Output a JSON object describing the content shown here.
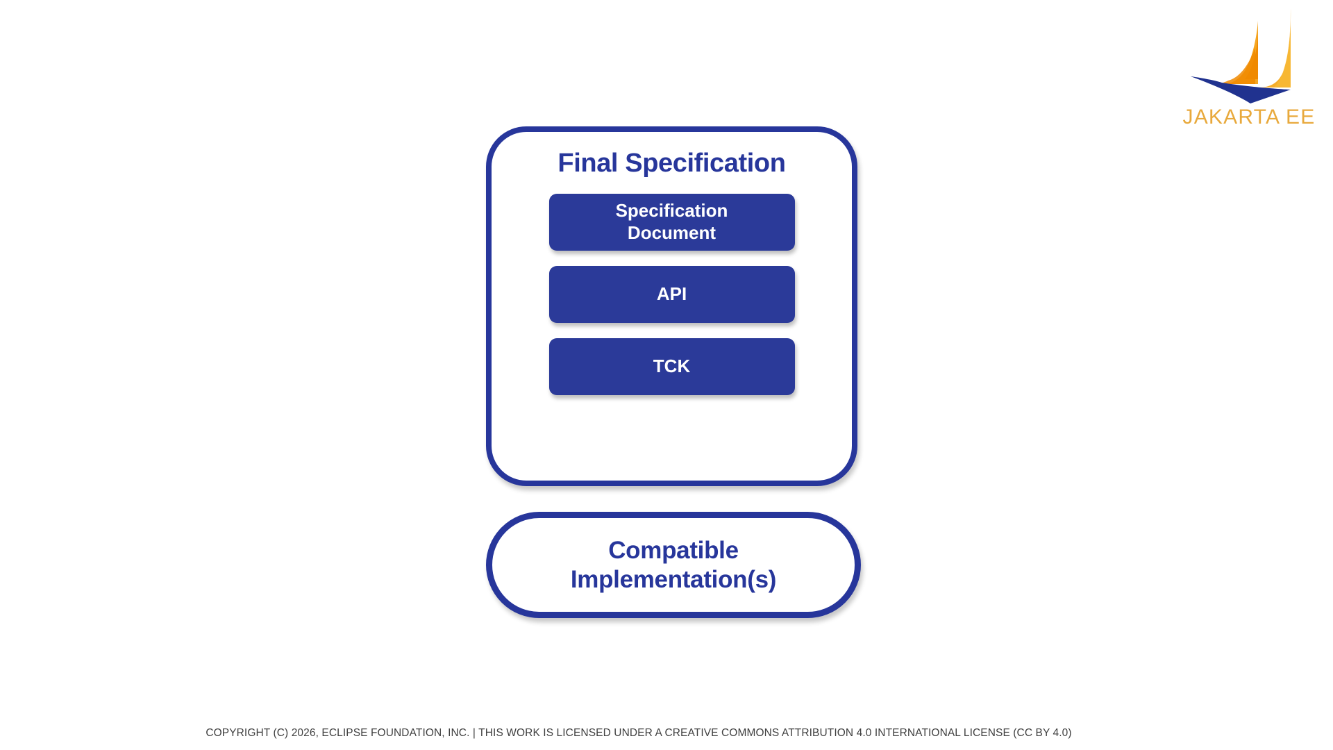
{
  "slide": {
    "background_color": "#ffffff"
  },
  "brand": {
    "logo_icon": "jakarta-ee-sailboat-logo",
    "wordmark": "JAKARTA EE",
    "wordmark_color": "#e8a93c",
    "sail_color_light": "#f5a623",
    "sail_color_mid": "#f7b733",
    "sail_color_dark": "#f08a00",
    "hull_color": "#20328f"
  },
  "spec_card": {
    "title": "Final Specification",
    "border_color": "#27369b",
    "fill_color": "#ffffff",
    "artifacts": [
      {
        "label": "Specification\nDocument",
        "name": "specification-document"
      },
      {
        "label": "API",
        "name": "api"
      },
      {
        "label": "TCK",
        "name": "tck"
      }
    ],
    "artifact_fill_color": "#2b3a99",
    "artifact_text_color": "#ffffff"
  },
  "implementation_pill": {
    "label": "Compatible\nImplementation(s)",
    "border_color": "#27369b",
    "text_color": "#27369b",
    "fill_color": "#ffffff"
  },
  "footer": {
    "copyright": "COPYRIGHT (C) 2026, ECLIPSE FOUNDATION, INC. | THIS WORK IS LICENSED UNDER A CREATIVE COMMONS ATTRIBUTION 4.0 INTERNATIONAL LICENSE (CC BY 4.0)",
    "text_color": "#3f3f3f"
  }
}
